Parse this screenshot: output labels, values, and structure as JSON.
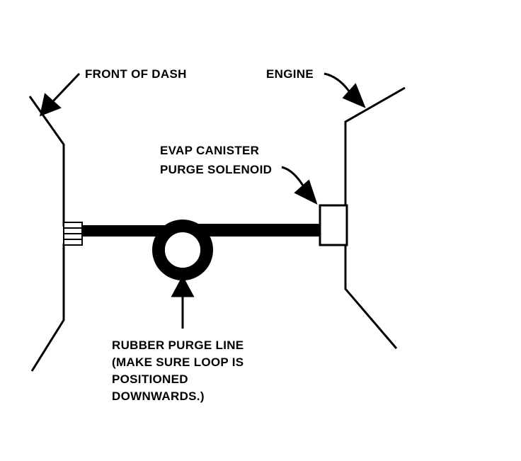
{
  "colors": {
    "ink": "#000000",
    "paper": "#ffffff"
  },
  "labels": {
    "front_of_dash": "FRONT OF DASH",
    "engine": "ENGINE",
    "solenoid_line1": "EVAP CANISTER",
    "solenoid_line2": "PURGE SOLENOID",
    "purge_line1": "RUBBER PURGE LINE",
    "purge_line2": "(MAKE SURE LOOP IS",
    "purge_line3": "POSITIONED",
    "purge_line4": "DOWNWARDS.)"
  }
}
